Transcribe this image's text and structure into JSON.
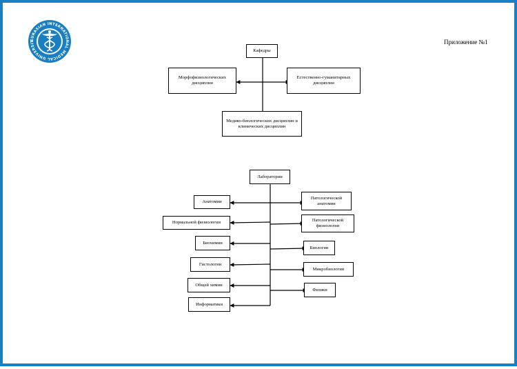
{
  "appendix_label": "Приложение №1",
  "logo": {
    "icon": "medical-university-seal-icon",
    "text": "EURASIAN INTERNATIONAL MEDICAL UNIVERSITY",
    "color": "#1a7fc1"
  },
  "departments": {
    "root": "Кафедры",
    "left": "Морфофизиологических дисциплин",
    "right": "Естественно-гуманитарных дисциплин",
    "bottom": "Медико-биологических дисциплин и клинических дисциплин"
  },
  "laboratories": {
    "root": "Лаборатории",
    "left": [
      "Анатомии",
      "Нормальной физиологии",
      "Биохимии",
      "Гистологии",
      "Общей химии",
      "Информатики"
    ],
    "right": [
      "Патологической анатомии",
      "Патологической физиологии",
      "Биологии",
      "Микробиологии",
      "Физики"
    ]
  },
  "colors": {
    "frame": "#1a7fc1",
    "lines": "#000000"
  }
}
